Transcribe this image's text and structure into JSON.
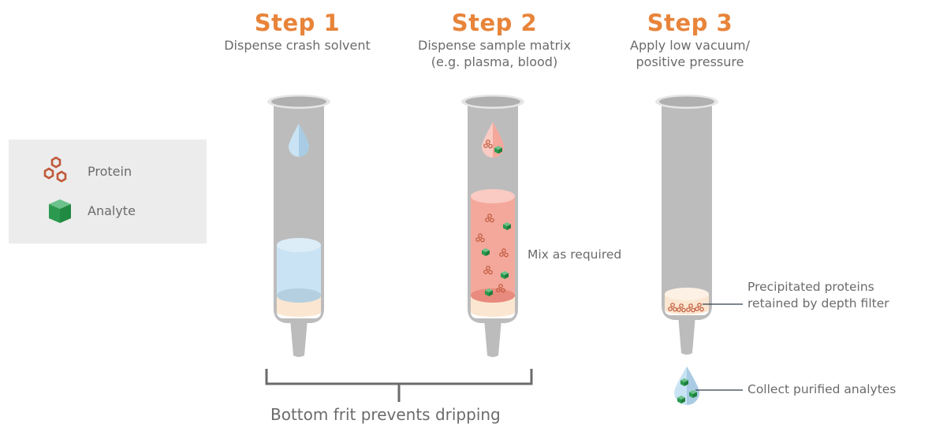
{
  "steps": [
    {
      "title": "Step 1",
      "description": [
        "Dispense crash solvent"
      ]
    },
    {
      "title": "Step 2",
      "description": [
        "Dispense sample matrix",
        "(e.g. plasma, blood)"
      ]
    },
    {
      "title": "Step 3",
      "description": [
        "Apply low vacuum/",
        "positive pressure"
      ]
    }
  ],
  "legend": {
    "items": [
      {
        "label": "Protein",
        "icon": "protein-hexagon-cluster-icon"
      },
      {
        "label": "Analyte",
        "icon": "analyte-cube-icon"
      }
    ]
  },
  "annotations": {
    "mix": "Mix as required",
    "precipitated": [
      "Precipitated proteins",
      "retained by depth filter"
    ],
    "collect": "Collect purified analytes",
    "bottom_frit": "Bottom frit prevents dripping"
  },
  "colors": {
    "accent_orange": "#e8843a",
    "text_gray": "#6b6b6b",
    "tube_gray": "#bcbcbc",
    "solvent_blue": "#c9e3f4",
    "plasma_pink": "#f4a89c",
    "frit_cream": "#fbe9d6",
    "protein_red": "#c0583a",
    "analyte_green": "#2c9a4e",
    "legend_bg": "#ececec"
  }
}
